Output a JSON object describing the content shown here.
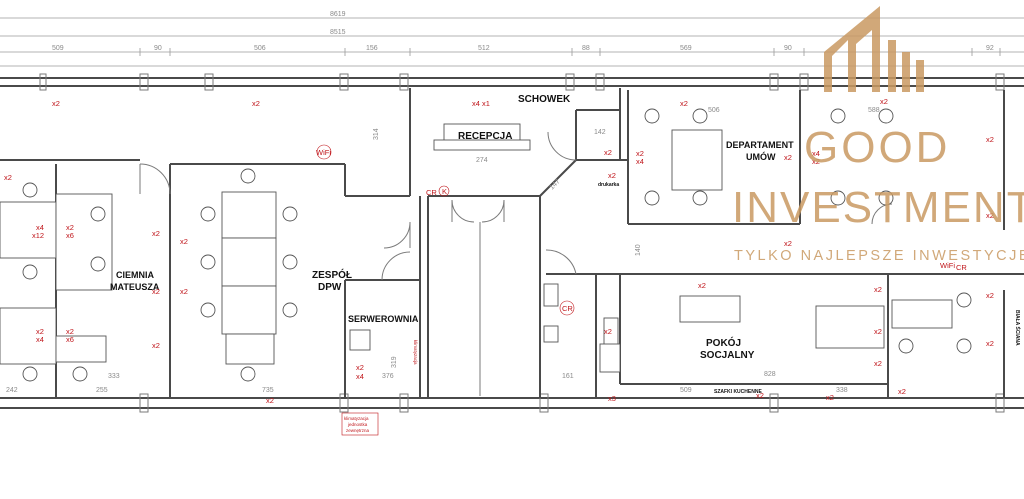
{
  "rooms": {
    "schowek": "SCHOWEK",
    "recepcja": "RECEPCJA",
    "departament": [
      "DEPARTAMENT",
      "UMÓW"
    ],
    "ciemnia": [
      "CIEMNIA",
      "MATEUSZA"
    ],
    "zespol": [
      "ZESPÓŁ",
      "DPW"
    ],
    "serwerownia": "SERWEROWNIA",
    "pokoj": [
      "POKÓJ",
      "SOCJALNY"
    ],
    "biala_sciana": "BIAŁA ŚCIANA"
  },
  "notes": {
    "drukarka": "drukarka",
    "szafki": "SZAFKI KUCHENNE",
    "klimatyzacja": [
      "klimatyzacja",
      "jednostka",
      "zewnętrzna"
    ],
    "klim_wall": "klimatyzacja"
  },
  "codes": {
    "cr": "CR",
    "k": "K",
    "wifi": "WiFi"
  },
  "dimensions": {
    "d8619": "8619",
    "d8515": "8515",
    "d509": "509",
    "d90a": "90",
    "d506": "506",
    "d156": "156",
    "d512": "512",
    "d88": "88",
    "d569": "569",
    "d90b": "90",
    "d92": "92",
    "d274": "274",
    "d314": "314",
    "d242": "242",
    "d255": "255",
    "d333": "333",
    "d735": "735",
    "d376": "376",
    "d161": "161",
    "d509b": "509",
    "d828": "828",
    "d338": "338",
    "d506b": "506",
    "d588": "588",
    "d142": "142",
    "d147": "147",
    "d140": "140",
    "d319": "319"
  },
  "markers": {
    "x2": "x2",
    "x3": "x3",
    "x4": "x4",
    "x6": "x6",
    "x12": "x12",
    "x4x1": "x4 x1"
  },
  "brand": {
    "line1": "GOOD",
    "line2": "INVESTMENT",
    "tagline": "TYLKO NAJLEPSZE INWESTYCJE",
    "color": "#c99a62"
  },
  "colors": {
    "marker_red": "#c0161b"
  }
}
